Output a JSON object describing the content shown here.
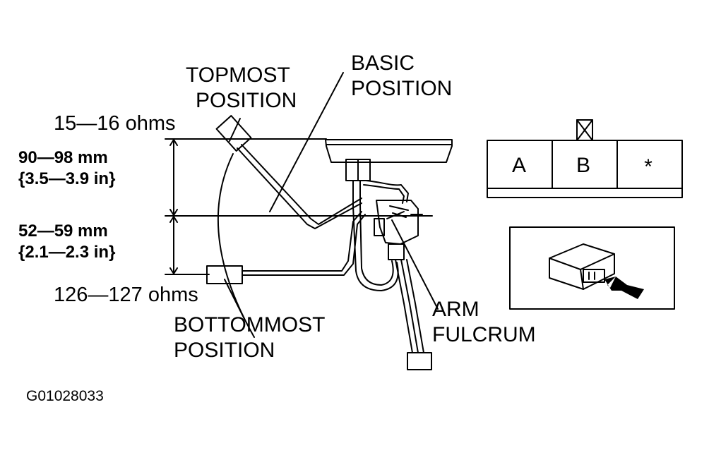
{
  "labels": {
    "topmost": [
      "TOPMOST",
      "POSITION"
    ],
    "basic": [
      "BASIC",
      "POSITION"
    ],
    "bottommost": [
      "BOTTOMMOST",
      "POSITION"
    ],
    "arm_fulcrum": [
      "ARM",
      "FULCRUM"
    ]
  },
  "resistance": {
    "top": "15—16 ohms",
    "bottom": "126—127 ohms"
  },
  "dimensions": {
    "upper": [
      "90—98 mm",
      "{3.5—3.9 in}"
    ],
    "lower": [
      "52—59 mm",
      "{2.1—2.3 in}"
    ]
  },
  "connector": {
    "terminals": [
      "A",
      "B",
      "*"
    ]
  },
  "figure_code": "G01028033",
  "icons": [
    "connector-lock-icon",
    "arrow-icon"
  ]
}
